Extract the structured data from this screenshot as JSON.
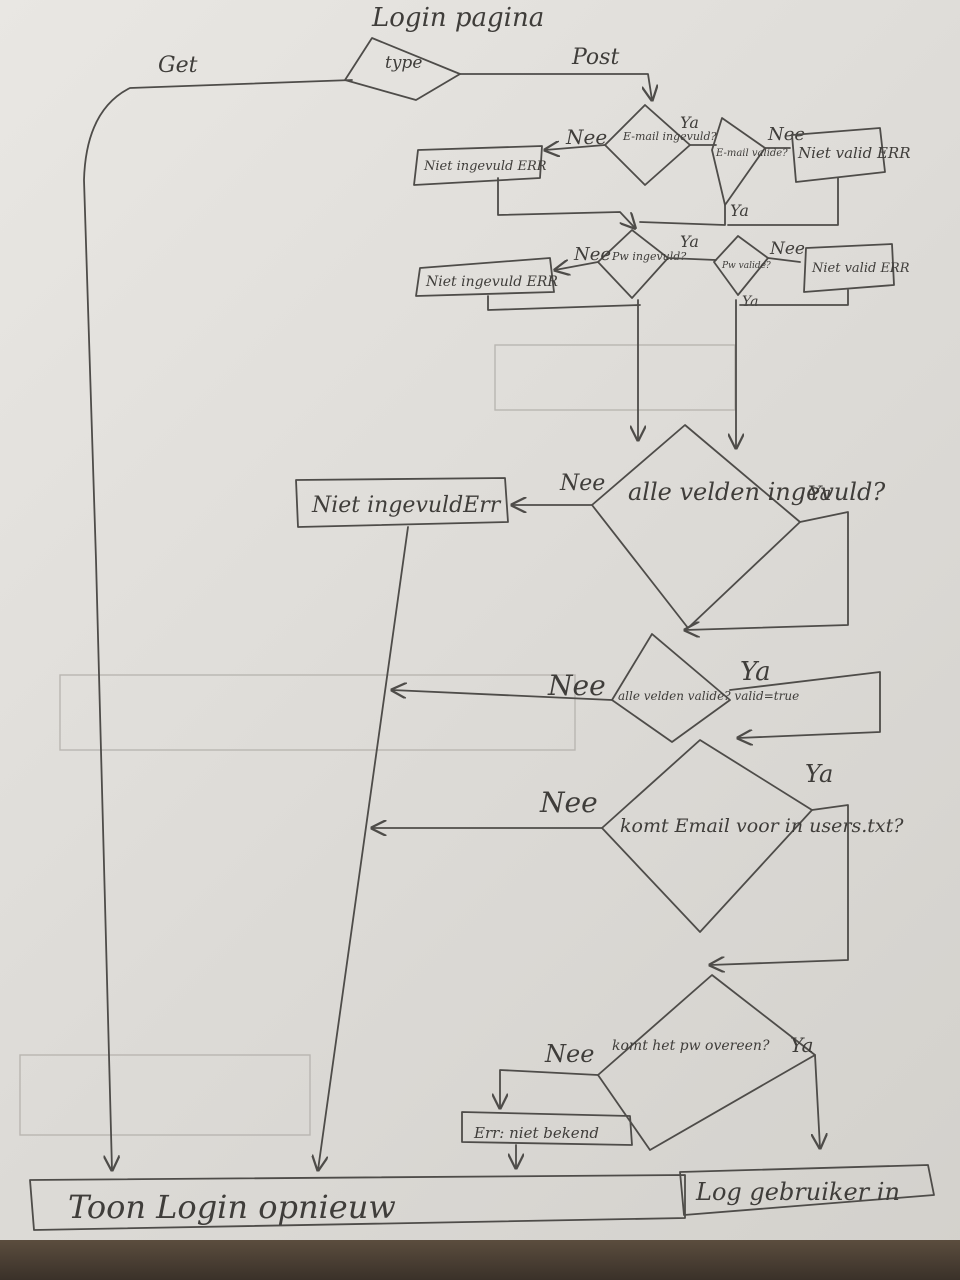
{
  "title": "Login pagina",
  "start": {
    "label": "type",
    "get": "Get",
    "post": "Post"
  },
  "email_filled": {
    "label": "E-mail ingevuld?",
    "no": "Nee",
    "yes": "Ya"
  },
  "email_not_filled_err": "Niet ingevuld ERR",
  "email_valid": {
    "label": "E-mail valide?",
    "no": "Nee",
    "yes": "Ya"
  },
  "email_not_valid_err": "Niet valid ERR",
  "pw_filled": {
    "label": "Pw ingevuld?",
    "no": "Nee",
    "yes": "Ya"
  },
  "pw_not_filled_err": "Niet ingevuld ERR",
  "pw_valid": {
    "label": "Pw valide?",
    "no": "Nee",
    "yes": "Ya"
  },
  "pw_not_valid_err": "Niet valid ERR",
  "all_filled": {
    "label": "alle velden ingevuld?",
    "no": "Nee",
    "yes": "Ya"
  },
  "not_filled_err": "Niet ingevuldErr",
  "all_valid": {
    "label": "alle velden valide? valid=true",
    "no": "Nee",
    "yes": "Ya"
  },
  "email_exists": {
    "label": "komt Email voor in users.txt?",
    "no": "Nee",
    "yes": "Ya"
  },
  "pw_match": {
    "label": "komt het pw overeen?",
    "no": "Nee",
    "yes": "Ya"
  },
  "not_known_err": "Err: niet bekend",
  "show_login": "Toon Login opnieuw",
  "log_in_user": "Log gebruiker in",
  "ink_color": "#4e4c49",
  "paper_color": "#e3e1dd"
}
